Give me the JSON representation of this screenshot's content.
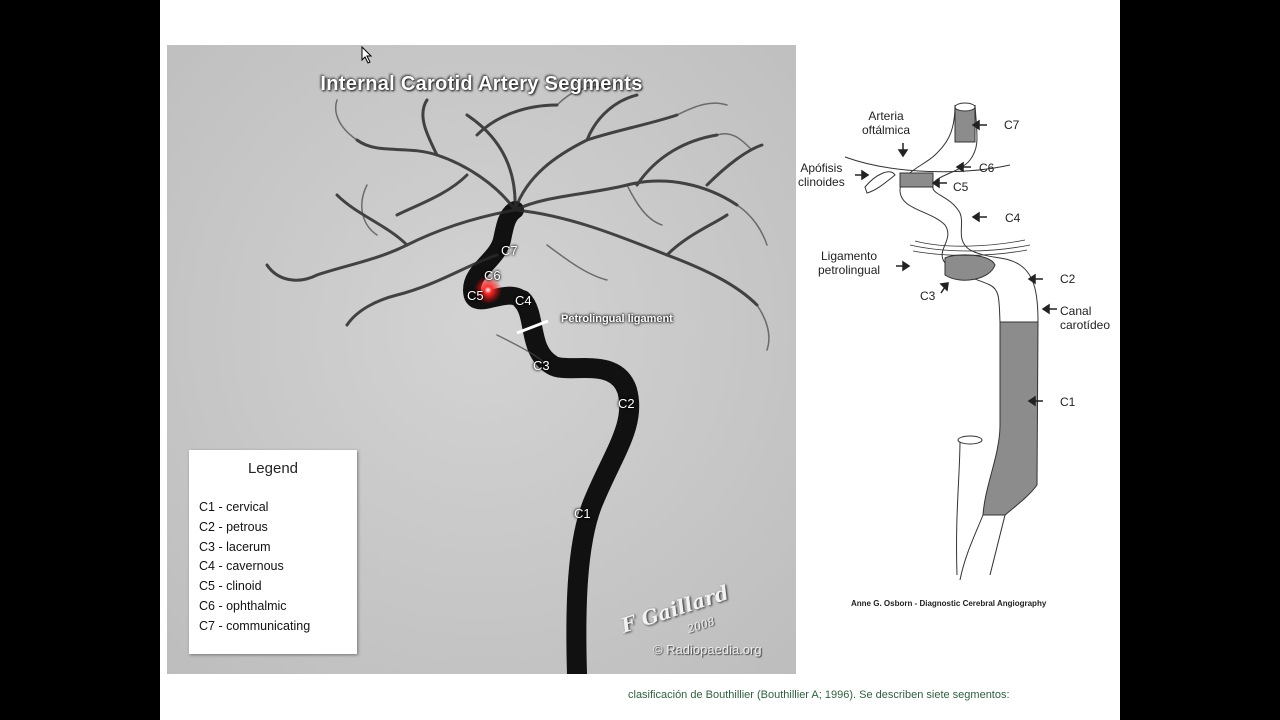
{
  "angiogram": {
    "title": "Internal Carotid Artery Segments",
    "segment_labels": {
      "C1": "C1",
      "C2": "C2",
      "C3": "C3",
      "C4": "C4",
      "C5": "C5",
      "C6": "C6",
      "C7": "C7"
    },
    "ligament_label": "Petrolingual ligament",
    "legend": {
      "title": "Legend",
      "items": [
        "C1 - cervical",
        "C2 - petrous",
        "C3 - lacerum",
        "C4 - cavernous",
        "C5 - clinoid",
        "C6 - ophthalmic",
        "C7 - communicating"
      ]
    },
    "signature": "F Gaillard",
    "signature_year": "2008",
    "copyright": "© Radiopaedia.org"
  },
  "diagram": {
    "labels": {
      "arteria_oftalmica": "Arteria\noftálmica",
      "c7": "C7",
      "c6": "C6",
      "apofisis": "Apófisis\nclinoides",
      "c5": "C5",
      "c4": "C4",
      "ligamento": "Ligamento\npetrolingual",
      "c2": "C2",
      "c3": "C3",
      "canal": "Canal\ncarotídeo",
      "c1": "C1"
    },
    "credit": "Anne G. Osborn - Diagnostic Cerebral Angiography"
  },
  "caption": "clasificación de Bouthillier (Bouthillier A; 1996). Se describen siete segmentos:",
  "colors": {
    "caption": "#2e5f3e",
    "vessel": "#111111",
    "diagram_fill": "#8c8c8c",
    "highlight": "#ff1a1a"
  }
}
